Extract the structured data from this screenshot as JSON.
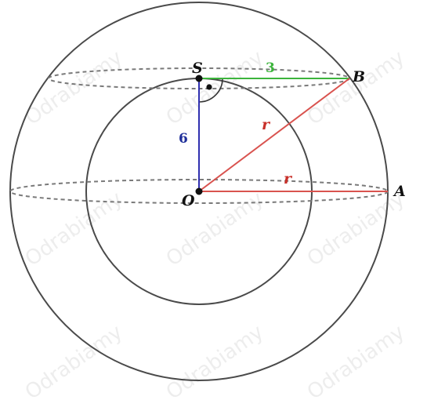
{
  "points": {
    "S": "S",
    "B": "B",
    "O": "O",
    "A": "A"
  },
  "segments": {
    "SB_length": "3",
    "SO_length": "6",
    "OB_label": "r",
    "OA_label": "r"
  },
  "watermark": "Odrabiamy",
  "colors": {
    "outline": "#4a4a4a",
    "dashed": "#7a7a7a",
    "green": "#3cb43c",
    "blue": "#3030b0",
    "red": "#d9534f",
    "label": "#111111",
    "number_blue": "#1f2f9a",
    "number_red": "#c8302a"
  }
}
